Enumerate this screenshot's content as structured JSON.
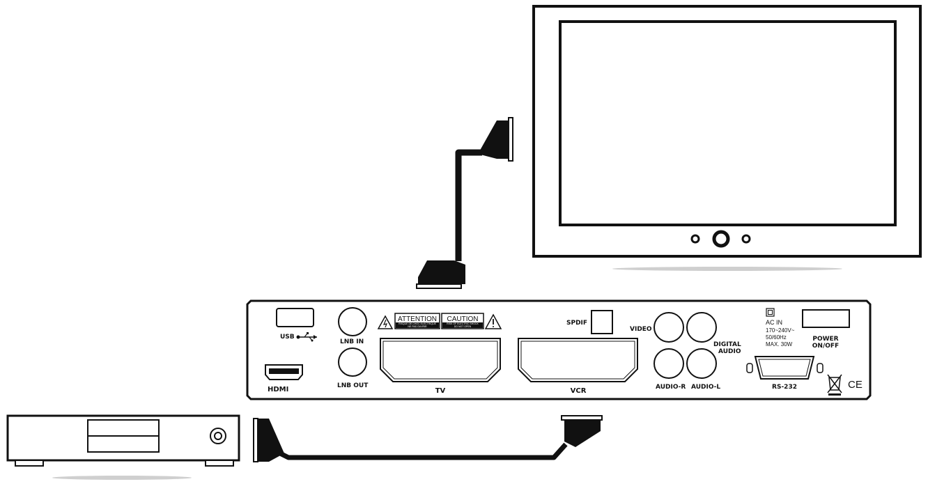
{
  "panel": {
    "usb": "USB",
    "hdmi": "HDMI",
    "lnb_in": "LNB IN",
    "lnb_out": "LNB OUT",
    "tv": "TV",
    "vcr": "VCR",
    "spdif": "SPDIF",
    "video": "VIDEO",
    "digital": "DIGITAL",
    "audio": "AUDIO",
    "audio_r": "AUDIO-R",
    "audio_l": "AUDIO-L",
    "ac_in": "AC IN",
    "voltage": "170~240V~",
    "frequency": "50/60Hz",
    "max_power": "MAX. 30W",
    "power": "POWER",
    "on_off": "ON/OFF",
    "rs232": "RS-232",
    "attention_title": "ATTENTION",
    "attention_text_1": "RISQUE DE CHOC ELECTRIQUE",
    "attention_text_2": "NE PAS OUVRIR",
    "caution_title": "CAUTION",
    "caution_text_1": "RISK OF ELECTRIC SHOCK",
    "caution_text_2": "DO NOT OPEN",
    "ce_mark": "CE"
  },
  "icons": [
    "usb-icon",
    "lightning-warning-icon",
    "exclamation-warning-icon",
    "weee-bin-icon",
    "ce-mark-icon"
  ]
}
